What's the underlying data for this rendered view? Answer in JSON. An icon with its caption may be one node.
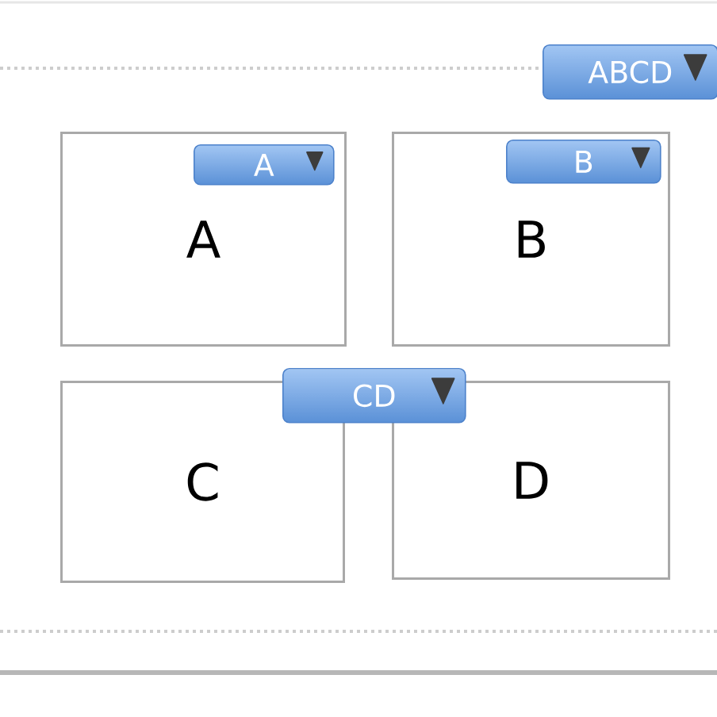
{
  "diagram": {
    "nodes": [
      {
        "text": [
          "ABCD"
        ]
      },
      {
        "text": [
          "A"
        ]
      },
      {
        "text": [
          "A"
        ],
        "in": 1
      },
      {
        "text": [
          "B"
        ]
      },
      {
        "text": [
          "B"
        ],
        "in": 3
      },
      {
        "text": [
          "C"
        ]
      },
      {
        "text": [
          "D"
        ]
      },
      {
        "text": [
          "CD"
        ]
      }
    ]
  }
}
